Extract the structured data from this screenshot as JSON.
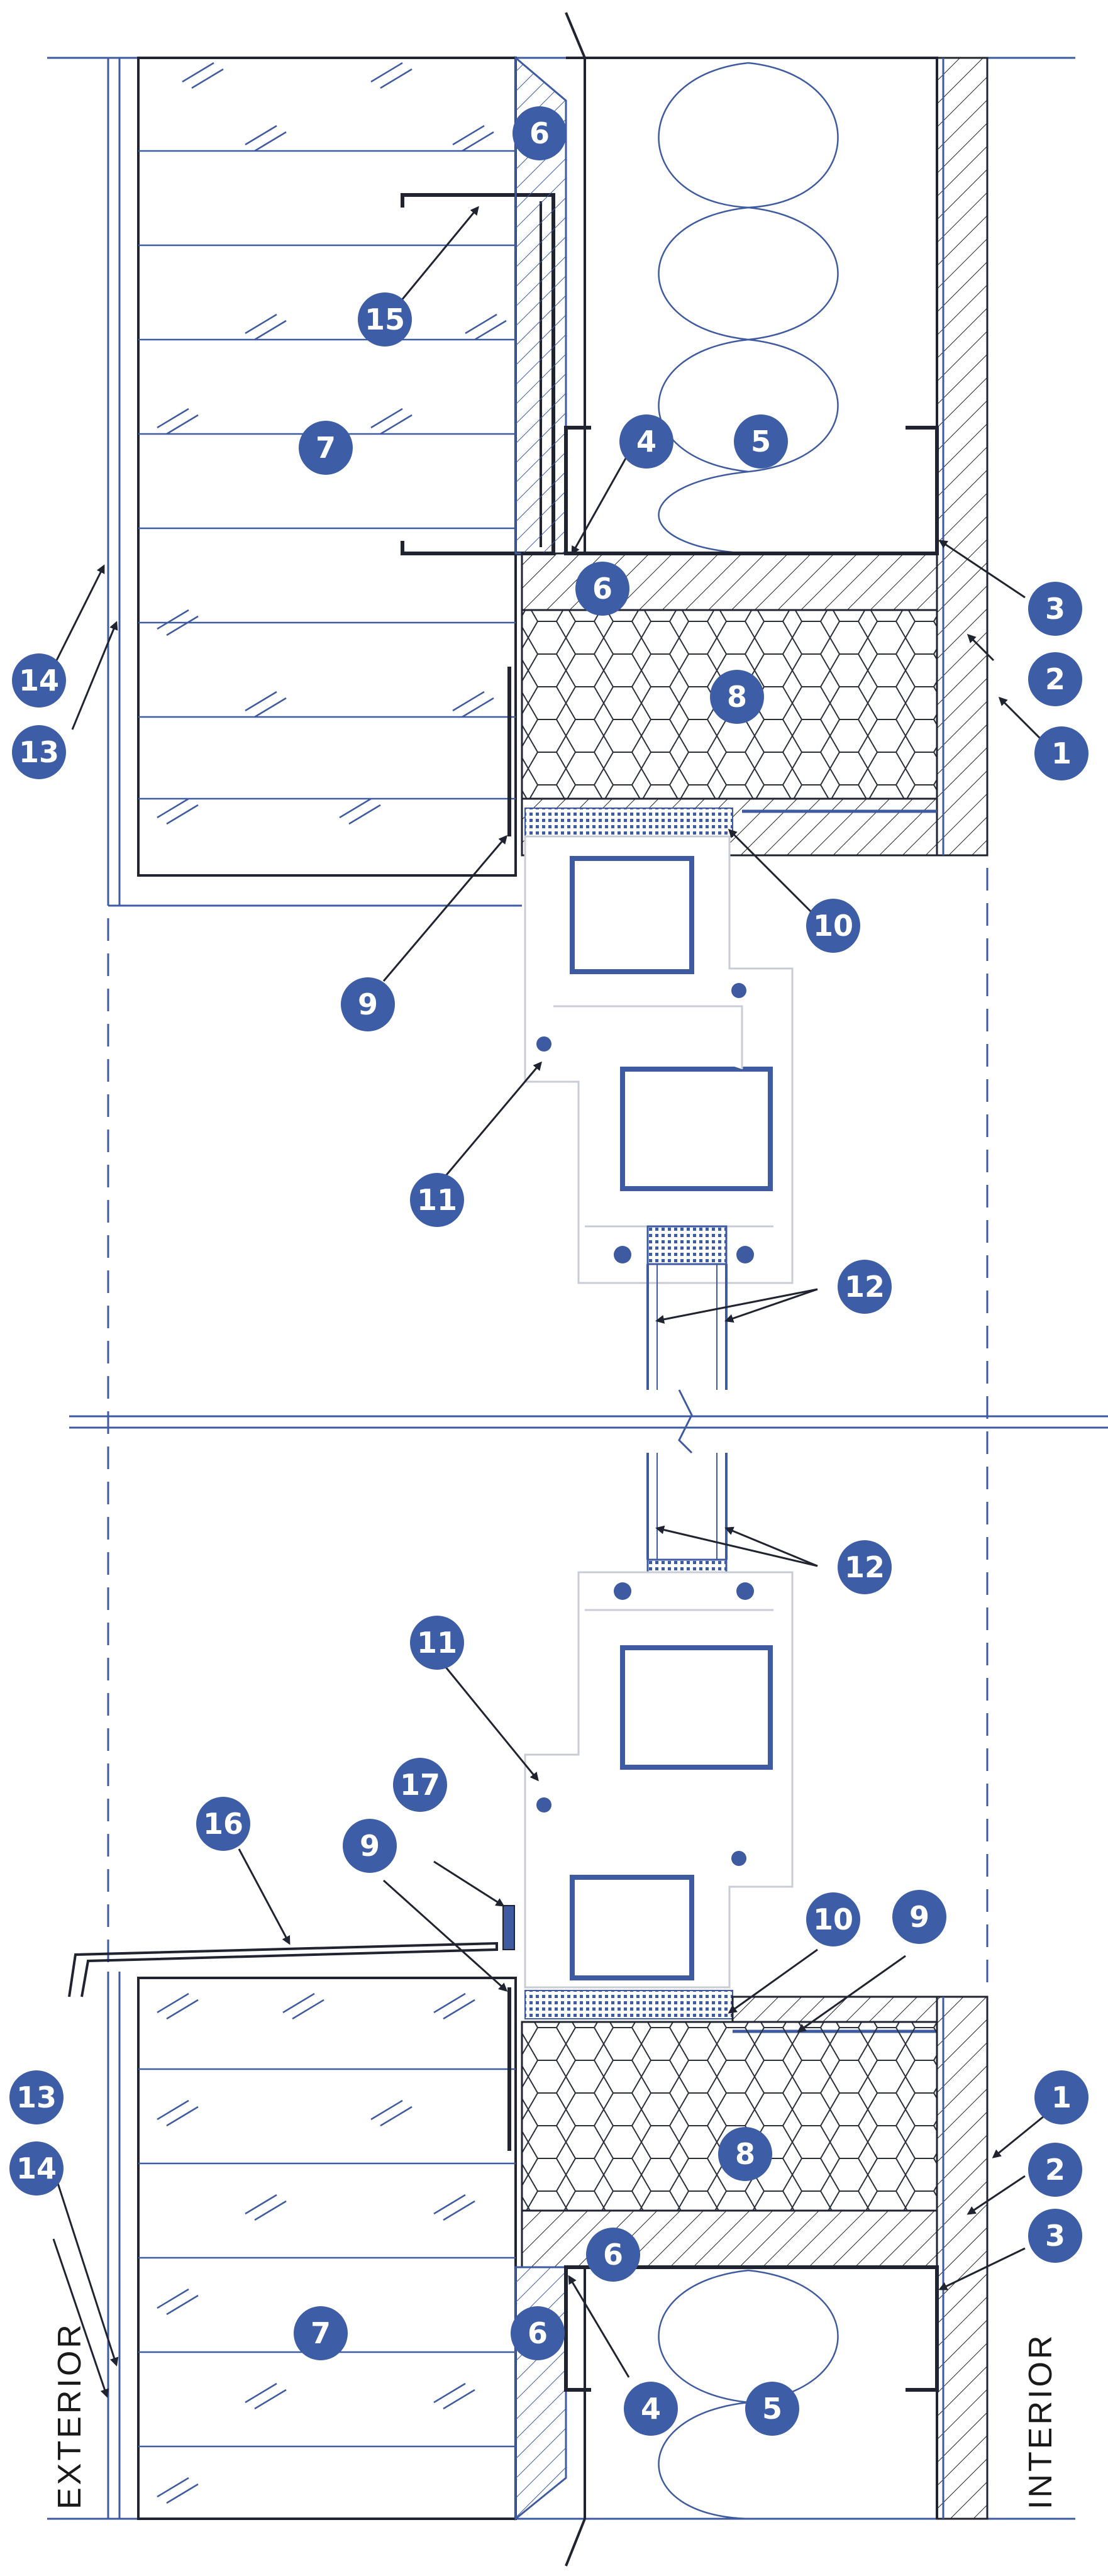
{
  "diagram": {
    "colors": {
      "line": "#3e5aa0",
      "marker": "#3d5da6",
      "frame": "#c9ccd6",
      "dark": "#1f2430"
    },
    "side_labels": {
      "exterior": "EXTERIOR",
      "interior": "INTERIOR"
    },
    "callouts": [
      {
        "id": "c15-top",
        "label": "15"
      },
      {
        "id": "c7-top",
        "label": "7"
      },
      {
        "id": "c6-top-a",
        "label": "6"
      },
      {
        "id": "c4-top",
        "label": "4"
      },
      {
        "id": "c5-top",
        "label": "5"
      },
      {
        "id": "c6-top-b",
        "label": "6"
      },
      {
        "id": "c3-top",
        "label": "3"
      },
      {
        "id": "c2-top",
        "label": "2"
      },
      {
        "id": "c1-top",
        "label": "1"
      },
      {
        "id": "c8-top",
        "label": "8"
      },
      {
        "id": "c14-top",
        "label": "14"
      },
      {
        "id": "c13-top",
        "label": "13"
      },
      {
        "id": "c10-top",
        "label": "10"
      },
      {
        "id": "c9-top",
        "label": "9"
      },
      {
        "id": "c11-top",
        "label": "11"
      },
      {
        "id": "c12-top",
        "label": "12"
      },
      {
        "id": "c12-bot",
        "label": "12"
      },
      {
        "id": "c11-bot",
        "label": "11"
      },
      {
        "id": "c17-bot",
        "label": "17"
      },
      {
        "id": "c16-bot",
        "label": "16"
      },
      {
        "id": "c9-bot-a",
        "label": "9"
      },
      {
        "id": "c10-bot",
        "label": "10"
      },
      {
        "id": "c9-bot-b",
        "label": "9"
      },
      {
        "id": "c1-bot",
        "label": "1"
      },
      {
        "id": "c2-bot",
        "label": "2"
      },
      {
        "id": "c3-bot",
        "label": "3"
      },
      {
        "id": "c13-bot",
        "label": "13"
      },
      {
        "id": "c14-bot",
        "label": "14"
      },
      {
        "id": "c8-bot",
        "label": "8"
      },
      {
        "id": "c6-bot-a",
        "label": "6"
      },
      {
        "id": "c6-bot-b",
        "label": "6"
      },
      {
        "id": "c7-bot",
        "label": "7"
      },
      {
        "id": "c4-bot",
        "label": "4"
      },
      {
        "id": "c5-bot",
        "label": "5"
      }
    ]
  }
}
